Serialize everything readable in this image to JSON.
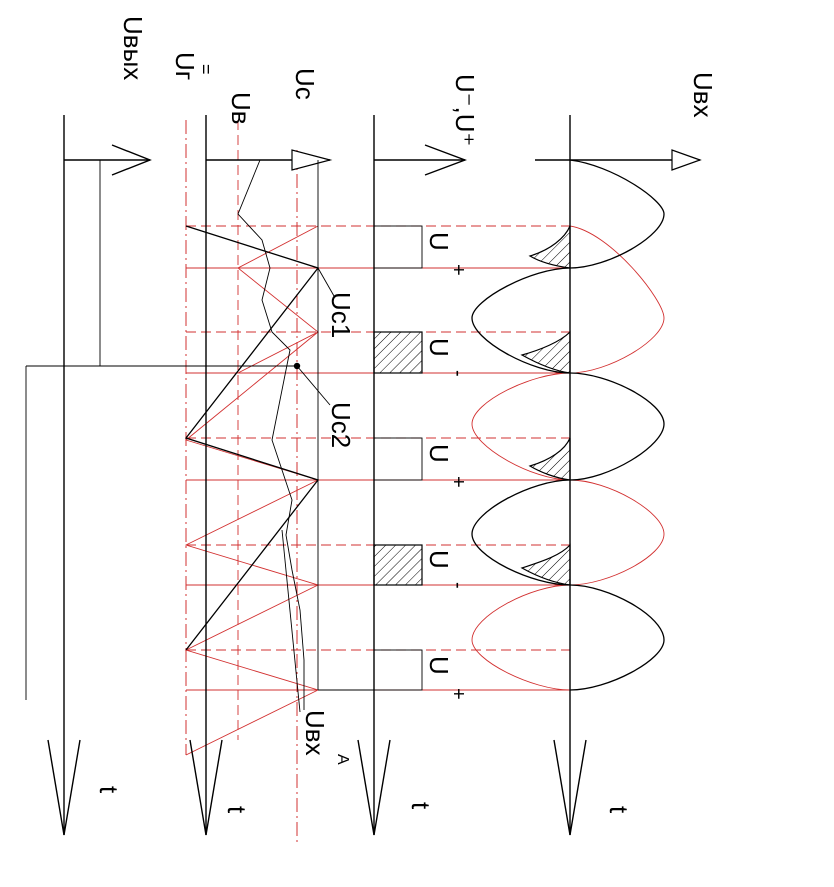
{
  "diagram": {
    "labels": {
      "u_vx": "Uвх",
      "u_minus_plus": "U⁻,U⁺",
      "u_c": "Uc",
      "u_v": "Uв",
      "u_g": "Uг",
      "u_g_mark": "=",
      "u_vyh": "Uвых",
      "u_c1": "Uc1",
      "u_c2": "Uc2",
      "u_vx_a": "Uвх",
      "u_vx_a_sup": "A",
      "u_plus_1": "U",
      "u_plus_1_sign": "+",
      "u_minus_1": "U",
      "u_minus_1_sign": "-",
      "u_plus_2": "U",
      "u_plus_2_sign": "+",
      "u_minus_2": "U",
      "u_minus_2_sign": "-",
      "u_plus_3": "U",
      "u_plus_3_sign": "+",
      "t1": "t",
      "t2": "t",
      "t3": "t",
      "t4": "t"
    },
    "colors": {
      "ink": "#000000",
      "guide": "#d23030"
    }
  }
}
